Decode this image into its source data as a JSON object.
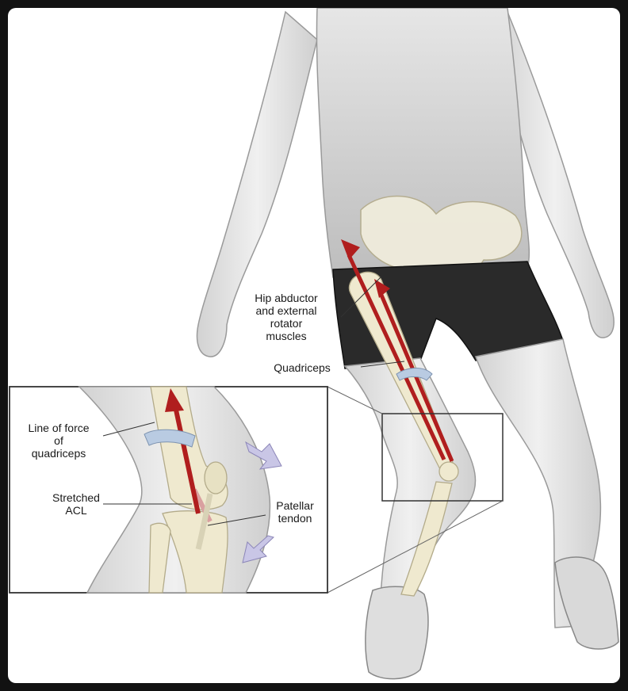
{
  "labels": {
    "hip": "Hip abductor\nand external\nrotator\nmuscles",
    "quadriceps": "Quadriceps",
    "line_of_force": "Line of force\nof\nquadriceps",
    "stretched_acl": "Stretched\nACL",
    "patellar_tendon": "Patellar\ntendon"
  },
  "colors": {
    "background_frame": "#121212",
    "skin": "#e6e6e6",
    "shirt": "#c4c4c4",
    "shorts": "#2a2a2a",
    "bone": "#efe9cf",
    "force_arrow": "#b01e1e",
    "rotation_arrow": "#b9cbe2",
    "inset_border": "#333333"
  }
}
